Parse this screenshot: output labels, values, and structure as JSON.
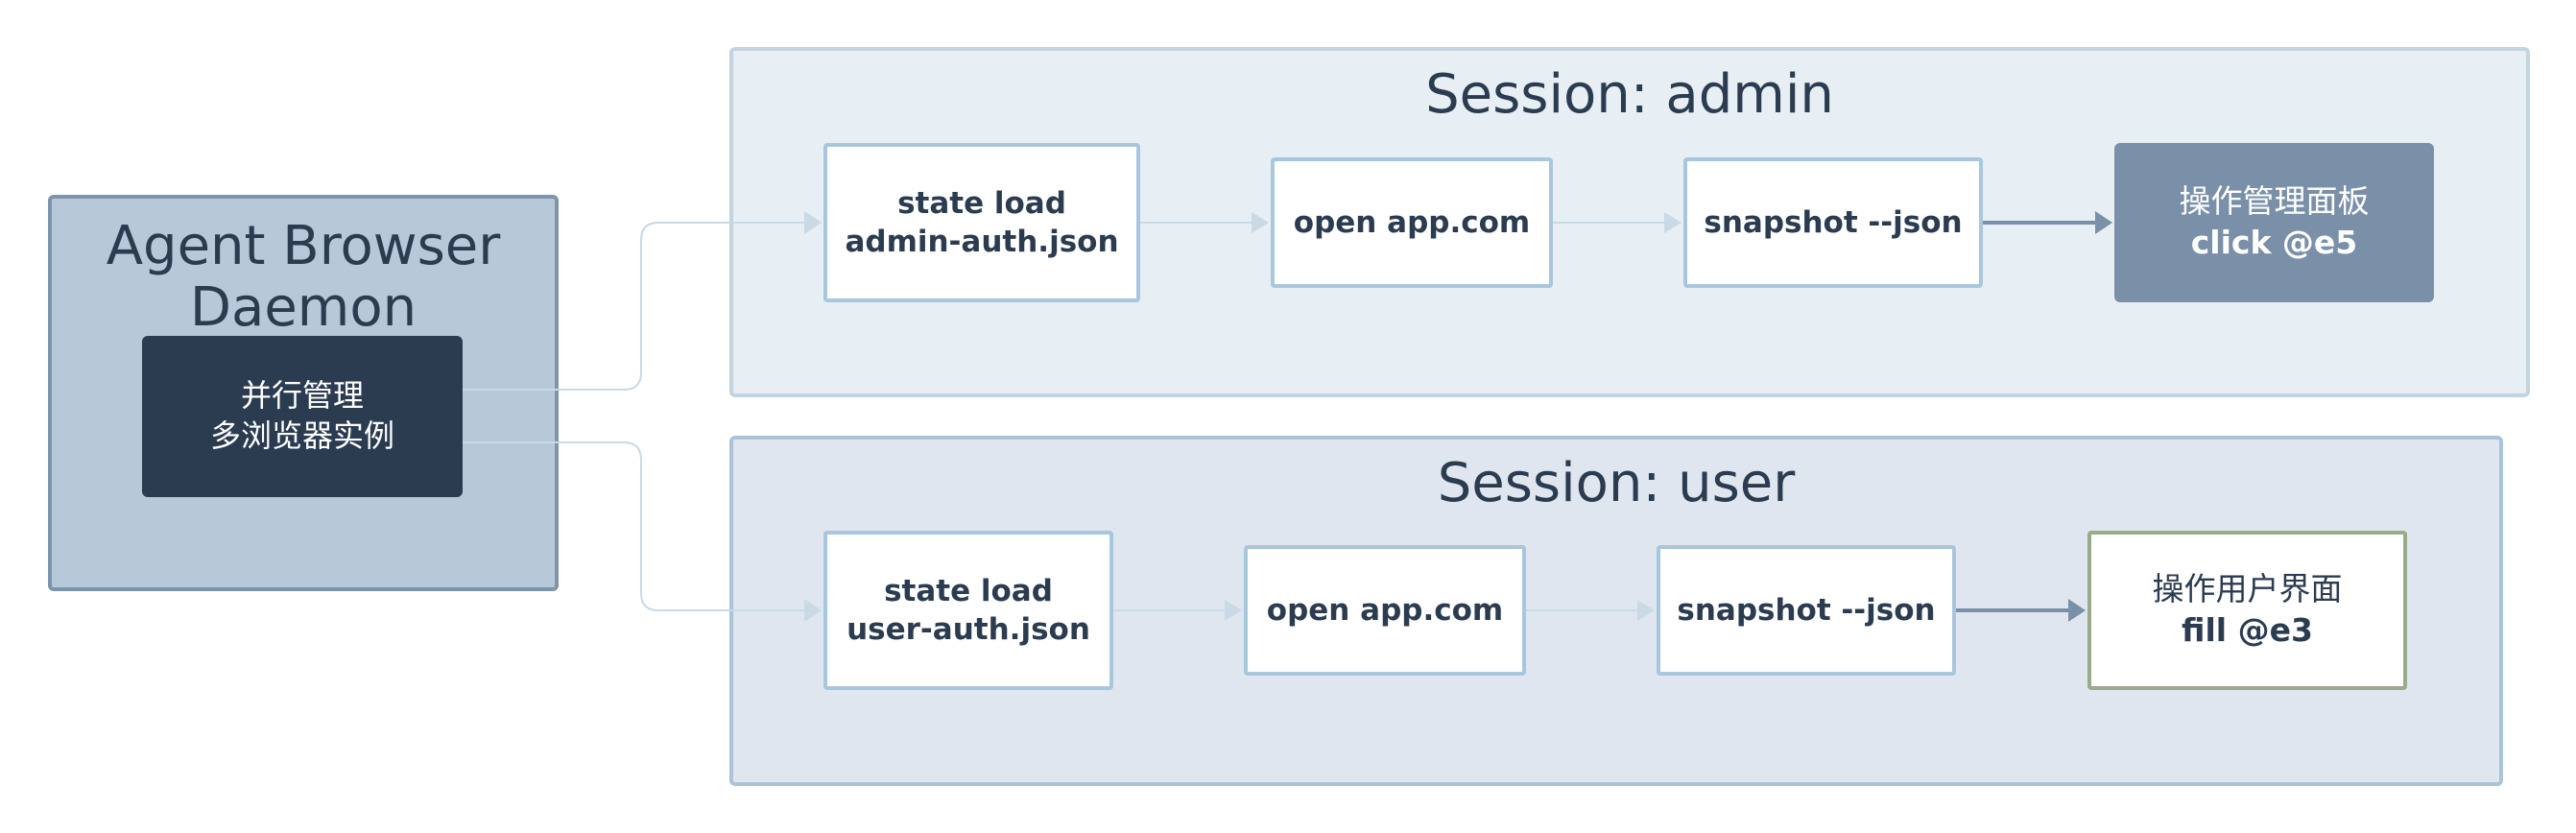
{
  "daemon": {
    "title_line1": "Agent Browser",
    "title_line2": "Daemon",
    "core_line1": "并行管理",
    "core_line2": "多浏览器实例"
  },
  "sessions": {
    "admin": {
      "title": "Session: admin",
      "steps": [
        {
          "line1": "state load",
          "line2": "admin-auth.json"
        },
        {
          "line1": "open app.com"
        },
        {
          "line1": "snapshot --json"
        }
      ],
      "final": {
        "line1": "操作管理面板",
        "line2": "click @e5"
      }
    },
    "user": {
      "title": "Session: user",
      "steps": [
        {
          "line1": "state load",
          "line2": "user-auth.json"
        },
        {
          "line1": "open app.com"
        },
        {
          "line1": "snapshot --json"
        }
      ],
      "final": {
        "line1": "操作用户界面",
        "line2": "fill @e3"
      }
    }
  },
  "colors": {
    "daemon_fill": "#b7c9d8",
    "core_fill": "#2b3b50",
    "admin_final_fill": "#7a90a8",
    "user_final_border": "#9aaa8a",
    "light_edge": "#c9d9e6",
    "dark_edge": "#7a90a8"
  }
}
